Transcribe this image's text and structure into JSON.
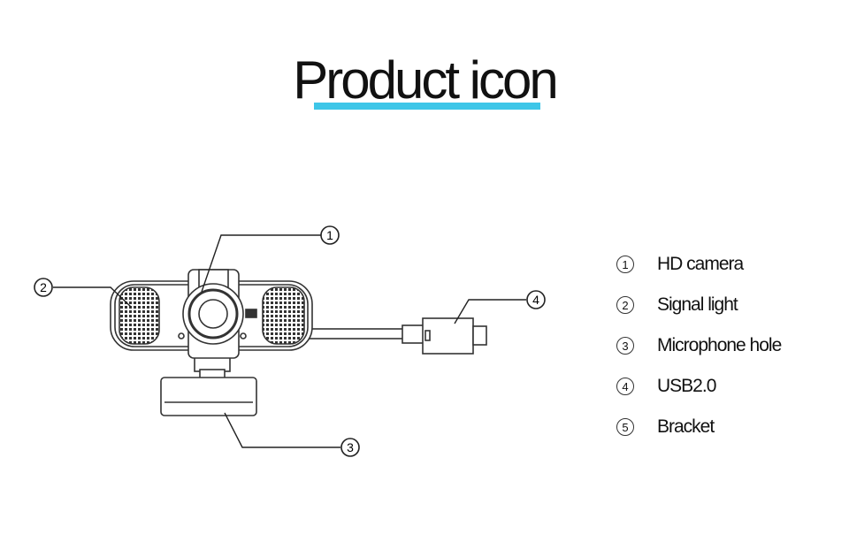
{
  "title": "Product icon",
  "accent_color": "#3ec6e8",
  "callouts": [
    "1",
    "2",
    "3",
    "4"
  ],
  "legend": [
    {
      "num": "1",
      "label": "HD camera"
    },
    {
      "num": "2",
      "label": "Signal light"
    },
    {
      "num": "3",
      "label": "Microphone hole"
    },
    {
      "num": "4",
      "label": "USB2.0"
    },
    {
      "num": "5",
      "label": "Bracket"
    }
  ]
}
